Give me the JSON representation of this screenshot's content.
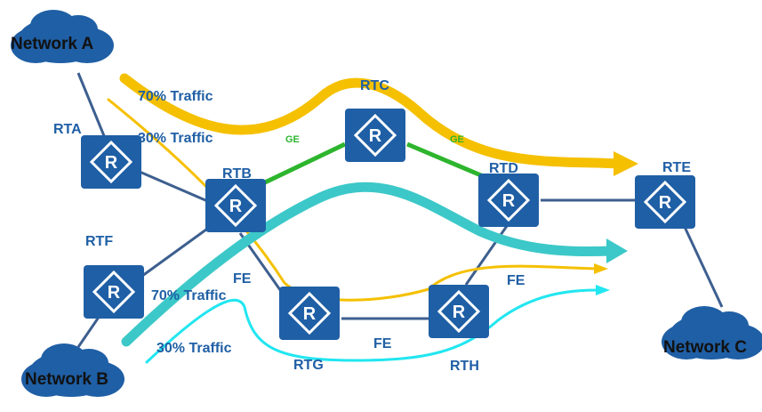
{
  "clouds": {
    "network_a": "Network A",
    "network_b": "Network B",
    "network_c": "Network C"
  },
  "routers": {
    "rta": "RTA",
    "rtb": "RTB",
    "rtc": "RTC",
    "rtd": "RTD",
    "rte": "RTE",
    "rtf": "RTF",
    "rtg": "RTG",
    "rth": "RTH",
    "icon_letter": "R"
  },
  "traffic": {
    "a_70": "70% Traffic",
    "a_30": "30% Traffic",
    "b_70": "70% Traffic",
    "b_30": "30% Traffic"
  },
  "links": {
    "ge_left": "GE",
    "ge_right": "GE",
    "fe_rtb_rtg": "FE",
    "fe_rtg_rth": "FE",
    "fe_rth_out": "FE"
  },
  "colors": {
    "router_blue": "#1f5fa5",
    "link_line": "#3d5f8f",
    "ge_green": "#2db52d",
    "traffic_gold": "#f5c000",
    "traffic_teal": "#3cc8c8",
    "traffic_cyan": "#22e6f0",
    "cloud_blue": "#1f5fa5",
    "label_text": "#1f5fa5"
  }
}
